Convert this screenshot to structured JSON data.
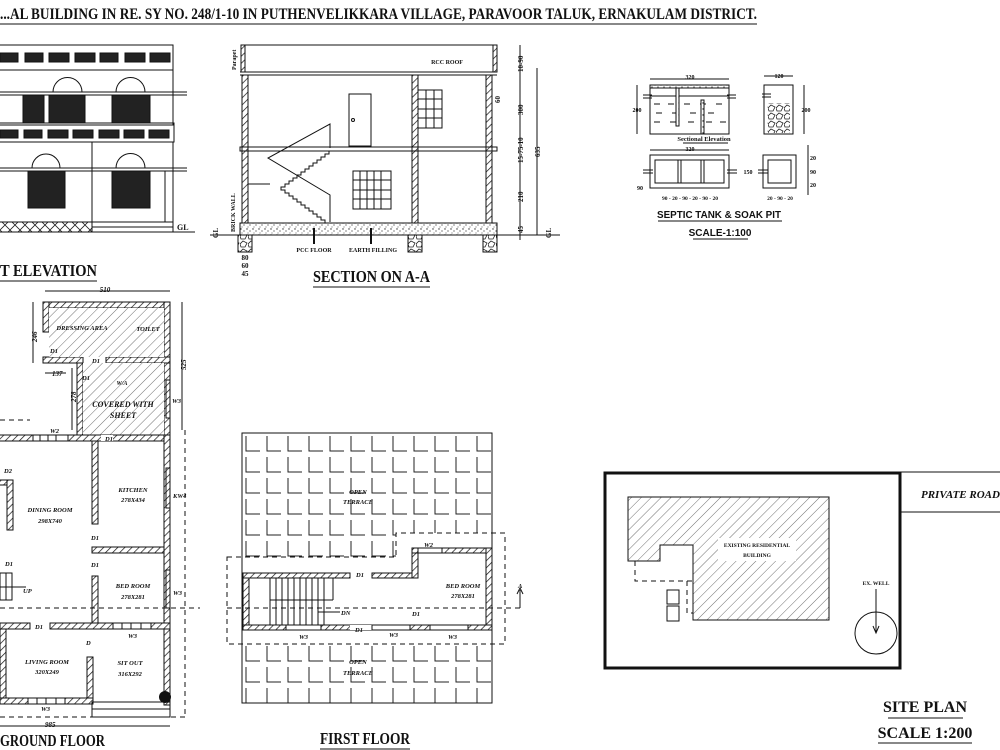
{
  "title": "...AL BUILDING IN RE. SY NO. 248/1-10 IN PUTHENVELIKKARA VILLAGE, PARAVOOR TALUK, ERNAKULAM DISTRICT.",
  "elevation": {
    "label": "T ELEVATION",
    "gl": "GL"
  },
  "section": {
    "label": "SECTION ON A-A",
    "rcc_roof": "RCC ROOF",
    "parapet": "Parapet",
    "brick_wall": "BRICK WALL",
    "pcc_floor": "PCC FLOOR",
    "earth_filling": "EARTH FILLING",
    "gl": "GL",
    "dims": {
      "d1": "10-90",
      "d2": "300",
      "d3": "60",
      "d4": "15-75-10",
      "d5": "210",
      "d6": "45",
      "total": "635",
      "f1": "80",
      "f2": "60",
      "f3": "45"
    }
  },
  "septic": {
    "title": "SEPTIC TANK & SOAK PIT",
    "scale": "SCALE-1:100",
    "sectional": "Sectional Elevation",
    "dims": {
      "tank_w": "320",
      "pit_w": "120",
      "tank_h": "200",
      "pit_h": "200",
      "plan_w": "320",
      "plan_h": "150",
      "offset": "90",
      "tank_row": "90 - 20 - 90 - 20 - 90 - 20",
      "pit_row": "20 - 90 - 20",
      "pit_col": [
        "20",
        "90",
        "20"
      ]
    }
  },
  "ground_floor": {
    "label": "GROUND FLOOR",
    "dims": {
      "top": "510",
      "d246": "246",
      "d525": "525",
      "d137": "137",
      "d278": "278",
      "bottom": "985"
    },
    "rooms": {
      "dressing": "DRESSING AREA",
      "toilet": "TOILET",
      "wa": "W/A",
      "covered1": "COVERED WITH",
      "covered2": "SHEET",
      "dining": "DINING ROOM",
      "dining_size": "298X740",
      "kitchen": "KITCHEN",
      "kitchen_size": "278X434",
      "bed": "BED ROOM",
      "bed_size": "278X281",
      "living": "LIVING ROOM",
      "living_size": "320X249",
      "sitout": "SIT OUT",
      "sitout_size": "316X292"
    },
    "marks": {
      "d1": "D1",
      "d2": "D2",
      "d": "D",
      "w2": "W2",
      "w3": "W3",
      "kw4": "KW4",
      "up": "UP"
    }
  },
  "first_floor": {
    "label": "FIRST FLOOR",
    "terrace1": "OPEN",
    "terrace2": "TERRACE",
    "bed": "BED ROOM",
    "bed_size": "278X281",
    "marks": {
      "d1": "D1",
      "w2": "W2",
      "w3": "W3",
      "dn": "DN",
      "a": "A"
    }
  },
  "site_plan": {
    "label": "SITE PLAN",
    "scale": "SCALE 1:200",
    "road": "PRIVATE ROAD",
    "building1": "EXISTING RESIDENTIAL",
    "building2": "BUILDING",
    "well": "EX. WELL"
  }
}
